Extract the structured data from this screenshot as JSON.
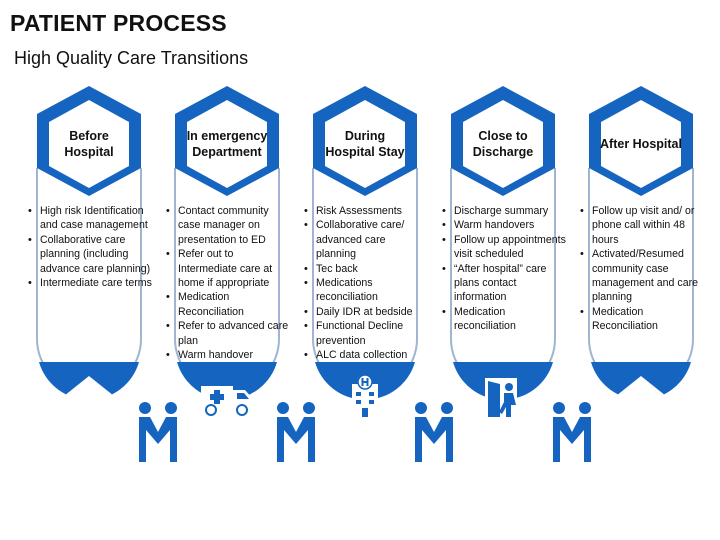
{
  "title": "PATIENT PROCESS",
  "subtitle": "High Quality Care Transitions",
  "colors": {
    "primary": "#1565c0",
    "dark": "#0d3f82",
    "outline": "#9fb5d2"
  },
  "stages": [
    {
      "label": "Before Hospital",
      "icon": "house-icon",
      "bullets": [
        "High risk Identification and case management",
        "Collaborative care planning (including advance care planning)",
        "Intermediate care terms"
      ]
    },
    {
      "label": "In emergency Department",
      "icon": "ambulance-icon",
      "bullets": [
        "Contact community case manager on presentation to ED",
        "Refer out to Intermediate care at home if appropriate",
        "Medication Reconciliation",
        "Refer to advanced care plan",
        "Warm handover"
      ]
    },
    {
      "label": "During Hospital Stay",
      "icon": "hospital-building-icon",
      "bullets": [
        "Risk Assessments",
        "Collaborative care/ advanced care planning",
        "Tec back",
        "Medications reconciliation",
        "Daily IDR at bedside",
        "Functional Decline prevention",
        "ALC data collection"
      ]
    },
    {
      "label": "Close to Discharge",
      "icon": "exit-door-icon",
      "bullets": [
        "Discharge  summary",
        "Warm handovers",
        "Follow up appointments visit scheduled",
        "“After hospital” care plans  contact information",
        "Medication reconciliation"
      ]
    },
    {
      "label": "After Hospital",
      "icon": "house-icon",
      "bullets": [
        "Follow up visit and/ or phone call within 48 hours",
        "Activated/Resumed community case management and care planning",
        "Medication Reconciliation"
      ]
    }
  ],
  "connectors": [
    "handshake-icon",
    "handshake-icon",
    "handshake-icon",
    "handshake-icon"
  ]
}
